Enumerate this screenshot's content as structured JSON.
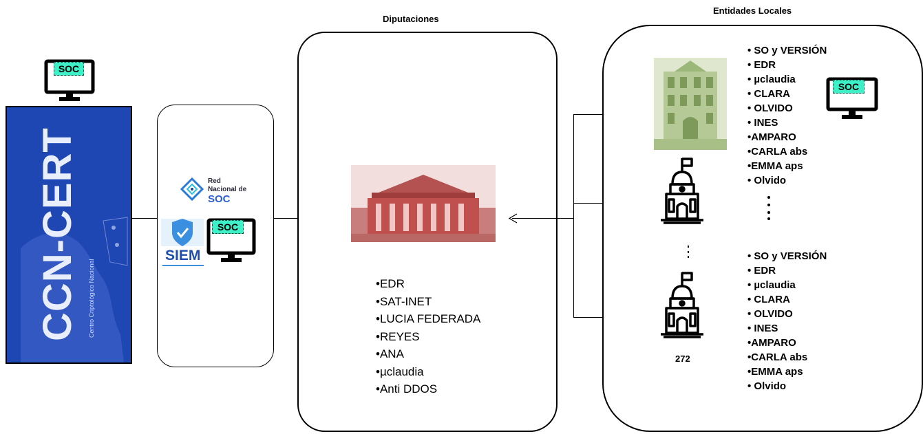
{
  "headers": {
    "diputaciones": "Diputaciones",
    "entidades": "Entidades Locales"
  },
  "soc_label": "SOC",
  "ccn_cert": {
    "logo_text": "CCN-CERT",
    "subtitle": "Centro Criptológico Nacional"
  },
  "red_nacional": {
    "line1": "Red",
    "line2": "Nacional de",
    "line3": "SOC"
  },
  "siem_label": "SIEM",
  "diputaciones_services": [
    "•EDR",
    "•SAT-INET",
    "•LUCIA FEDERADA",
    "•REYES",
    "•ANA",
    "•µclaudia",
    "•Anti DDOS"
  ],
  "entidades_services_top": [
    "• SO y VERSIÓN",
    "• EDR",
    "• µclaudia",
    "• CLARA",
    "• OLVIDO",
    "• INES",
    "•AMPARO",
    "•CARLA  abs",
    "•EMMA aps",
    "• Olvido"
  ],
  "entidades_services_bottom": [
    "• SO y VERSIÓN",
    "• EDR",
    "• µclaudia",
    "• CLARA",
    "• OLVIDO",
    "• INES",
    "•AMPARO",
    "•CARLA  abs",
    "•EMMA aps",
    "• Olvido"
  ],
  "entidades_count": "272",
  "colors": {
    "soc_tag": "#3ef0c8",
    "cert_blue": "#1f47b4",
    "diputacion_red": "#c0504d",
    "building_green": "#9cb77a"
  },
  "icons": [
    "monitor-icon",
    "town-hall-icon",
    "shield-icon",
    "network-icon",
    "arrow-left-icon"
  ]
}
